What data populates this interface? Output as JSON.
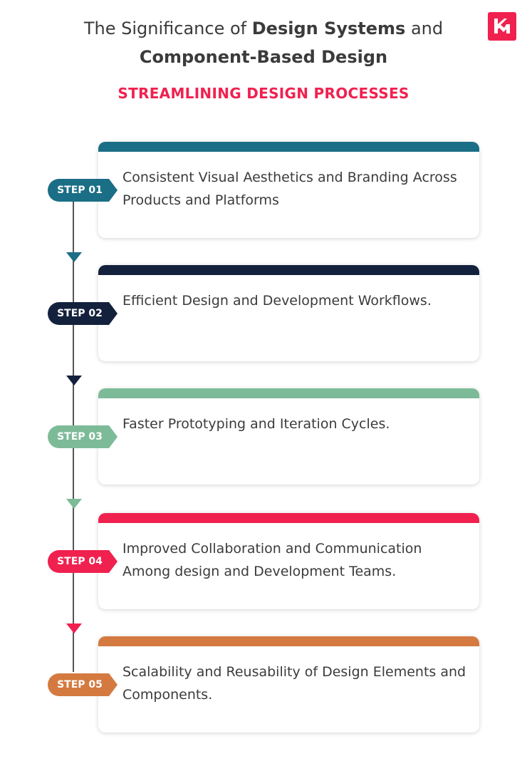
{
  "title": {
    "line1_pre": "The Significance of ",
    "line1_bold": "Design Systems",
    "line1_post": " and",
    "line2": "Component-Based Design"
  },
  "subtitle": "STREAMLINING DESIGN PROCESSES",
  "logo": {
    "text": "KM",
    "color": "#f0214f"
  },
  "steps": [
    {
      "label": "STEP 01",
      "text": "Consistent Visual Aesthetics and Branding Across Products and Platforms",
      "color": "#1a6e86"
    },
    {
      "label": "STEP 02",
      "text": "Efficient Design and Development Workflows.",
      "color": "#14213d"
    },
    {
      "label": "STEP 03",
      "text": "Faster Prototyping and Iteration Cycles.",
      "color": "#7dbb98"
    },
    {
      "label": "STEP 04",
      "text": "Improved Collaboration and Communication Among design and Development Teams.",
      "color": "#f0214f"
    },
    {
      "label": "STEP 05",
      "text": "Scalability and Reusability of Design Elements and Components.",
      "color": "#d47a40"
    }
  ]
}
